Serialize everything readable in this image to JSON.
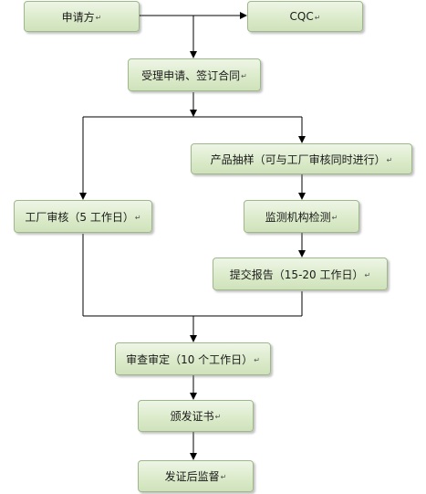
{
  "nodes": {
    "apply": "申请方",
    "cqc": "CQC",
    "accept": "受理申请、签订合同",
    "sampling": "产品抽样（可与工厂审核同时进行）",
    "factory": "工厂审核（5 工作日）",
    "testing": "监测机构检测",
    "report": "提交报告（15-20 工作日）",
    "review": "审查审定（10 个工作日）",
    "issue": "颁发证书",
    "supervise": "发证后监督"
  },
  "paragraph_mark": "↵"
}
